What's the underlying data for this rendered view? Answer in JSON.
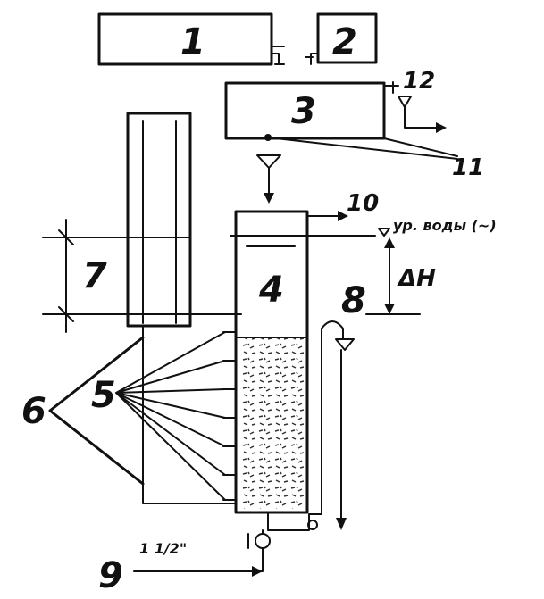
{
  "labels": {
    "n1": "1",
    "n2": "2",
    "n3": "3",
    "n4": "4",
    "n5": "5",
    "n6": "6",
    "n7": "7",
    "n8": "8",
    "n9": "9",
    "n10": "10",
    "n11": "11",
    "n12": "12",
    "water_level": "ур. воды (~)",
    "delta_h": "ΔH",
    "pipe_size": "1 1/2\""
  }
}
